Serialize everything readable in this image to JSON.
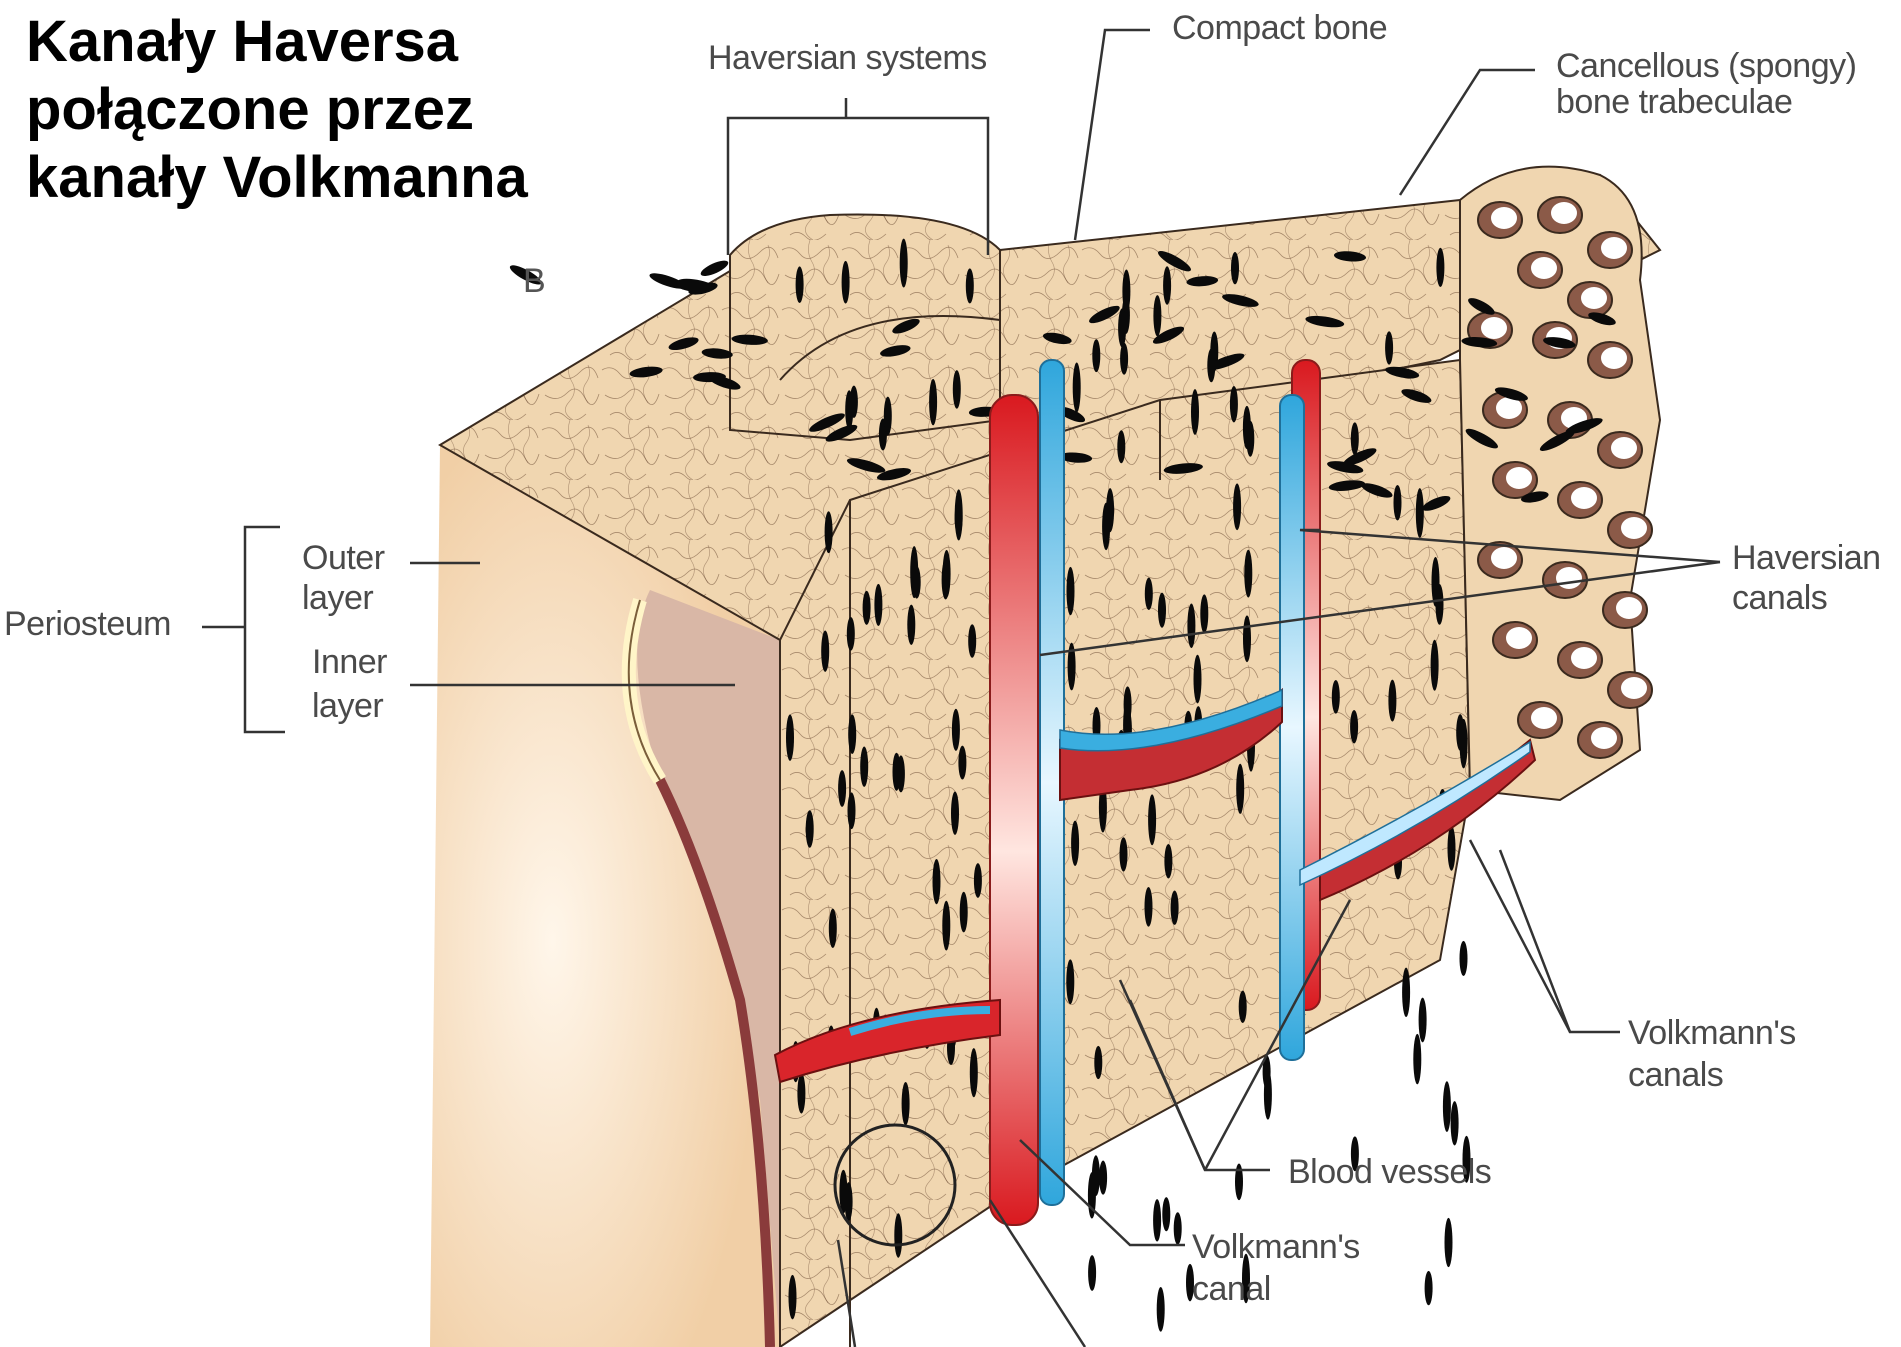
{
  "title": {
    "lines": [
      "Kanały Haversa",
      "połączone przez",
      "kanały Volkmanna"
    ]
  },
  "panel_letter": "B",
  "labels": {
    "haversian_systems": "Haversian systems",
    "compact_bone": "Compact bone",
    "cancellous": [
      "Cancellous (spongy)",
      "bone trabeculae"
    ],
    "periosteum": "Periosteum",
    "outer_layer": [
      "Outer",
      "layer"
    ],
    "inner_layer": [
      "Inner",
      "layer"
    ],
    "haversian_canals": [
      "Haversian",
      "canals"
    ],
    "volkmanns_canals": [
      "Volkmann's",
      "canals"
    ],
    "blood_vessels": "Blood vessels",
    "volkmanns_canal": [
      "Volkmann's",
      "canal"
    ]
  },
  "colors": {
    "bone": "#f0d6b0",
    "bone_side": "#f3d3ad",
    "artery": "#e1262b",
    "vein": "#3aaee0",
    "spongy_hole": "#8b5a48",
    "leader": "#333333"
  }
}
